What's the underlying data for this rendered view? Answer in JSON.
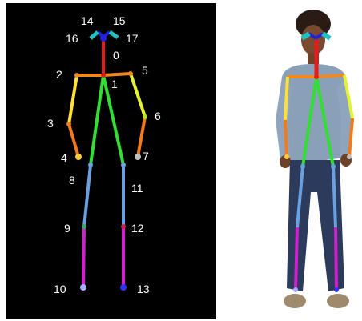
{
  "colors": {
    "background": "#000000",
    "label": "#ffffff",
    "head_red": "#e31b1b",
    "torso_orange": "#f08a1c",
    "arm_right_upper": "#ffe135",
    "arm_right_lower": "#f07a1c",
    "arm_left_upper": "#e6f035",
    "arm_left_lower": "#f07a1c",
    "torso_green": "#33dd33",
    "leg_blue": "#6aa0e0",
    "leg_magenta": "#d020d0",
    "face_blue": "#2222dd",
    "face_teal": "#22c0c0"
  },
  "keypoint_labels": [
    "14",
    "15",
    "16",
    "17",
    "0",
    "2",
    "1",
    "5",
    "3",
    "6",
    "4",
    "7",
    "8",
    "11",
    "9",
    "12",
    "10",
    "13"
  ],
  "photo": {
    "subject": "person-standing"
  }
}
